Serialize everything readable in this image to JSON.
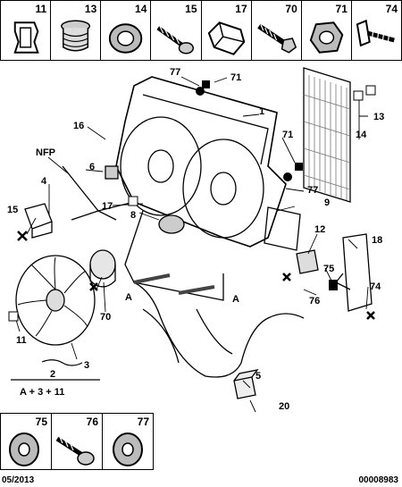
{
  "top_strip": [
    {
      "num": "11",
      "icon": "clip-icon"
    },
    {
      "num": "13",
      "icon": "plug-icon"
    },
    {
      "num": "14",
      "icon": "washer-icon"
    },
    {
      "num": "15",
      "icon": "screw-icon"
    },
    {
      "num": "17",
      "icon": "bracket-clip-icon"
    },
    {
      "num": "70",
      "icon": "bolt-icon"
    },
    {
      "num": "71",
      "icon": "nut-icon"
    },
    {
      "num": "74",
      "icon": "stud-clip-icon"
    }
  ],
  "bottom_strip": [
    {
      "num": "75",
      "icon": "washer-icon"
    },
    {
      "num": "76",
      "icon": "screw-icon"
    },
    {
      "num": "77",
      "icon": "washer-icon"
    }
  ],
  "callouts": {
    "c77a": "77",
    "c71a": "71",
    "c1": "1",
    "c16": "16",
    "cNFP": "NFP",
    "c6": "6",
    "c4": "4",
    "c15": "15",
    "c17": "17",
    "c8": "8",
    "c71b": "71",
    "c77b": "77",
    "c9": "9",
    "c14": "14",
    "c13": "13",
    "c12": "12",
    "c18": "18",
    "c75": "75",
    "c74": "74",
    "c76": "76",
    "cA1": "A",
    "cA2": "A",
    "c70": "70",
    "c11": "11",
    "c3": "3",
    "c2": "2",
    "cformula": "A + 3 + 11",
    "c5": "5",
    "c20": "20"
  },
  "footer": {
    "date": "05/2013",
    "code": "00008983"
  }
}
